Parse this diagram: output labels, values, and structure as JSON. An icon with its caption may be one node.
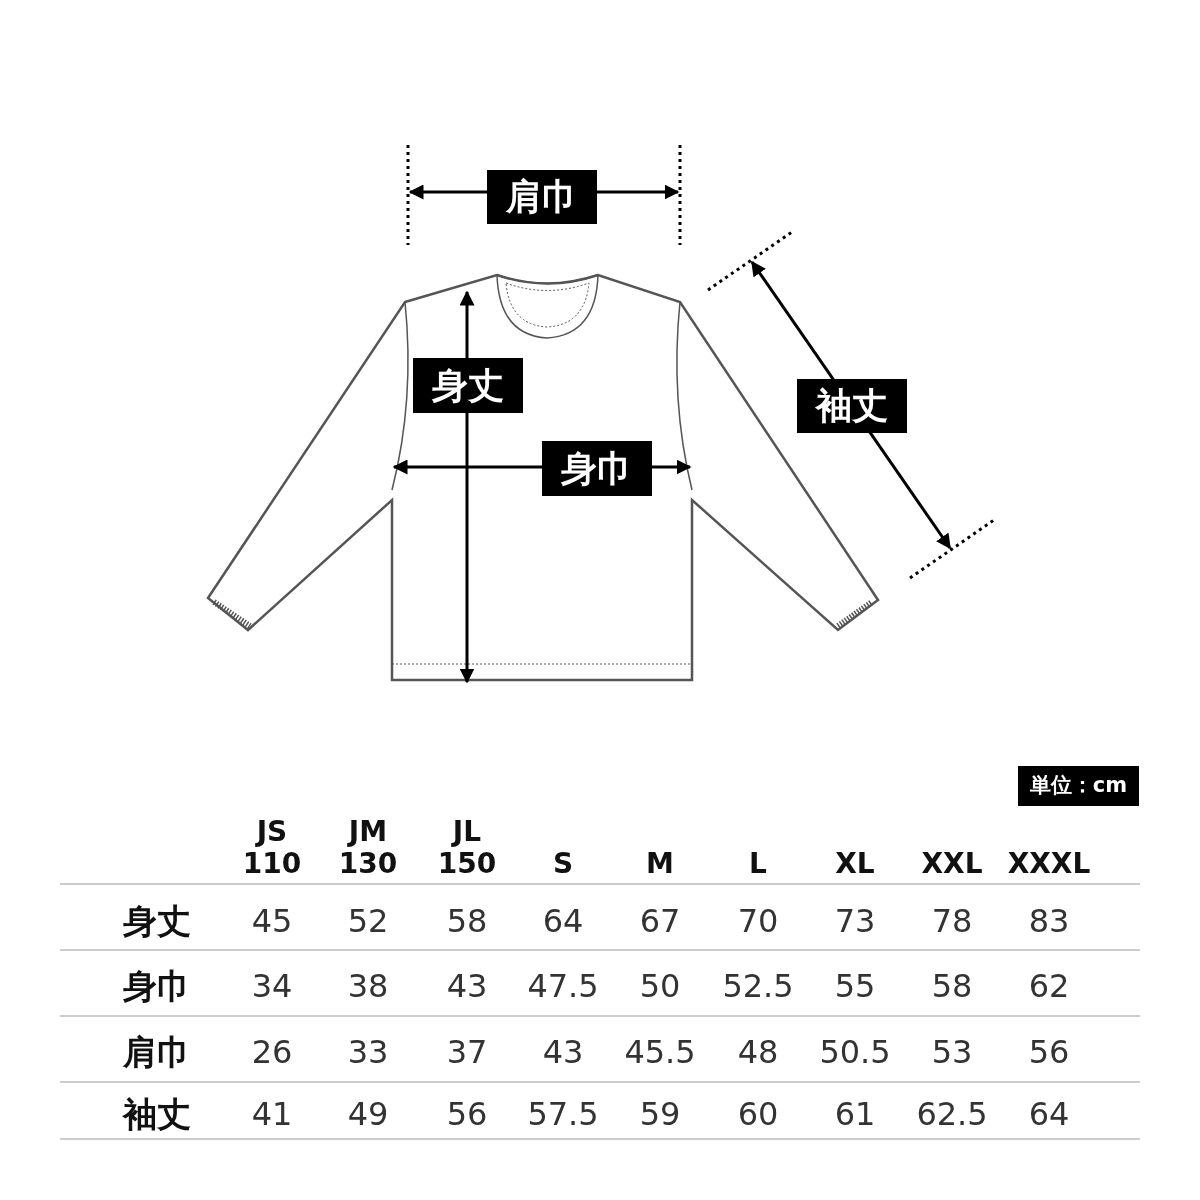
{
  "diagram": {
    "labels": [
      "肩巾",
      "身丈",
      "袖丈",
      "身巾",
      "単位：cm",
      "JS 110",
      "JM 130",
      "JL 150",
      "S",
      "M",
      "L",
      "XL",
      "XXL",
      "XXXL",
      "身丈",
      "45",
      "52",
      "58",
      "64",
      "67",
      "70",
      "73",
      "78",
      "83",
      "身巾",
      "34",
      "38",
      "43",
      "47.5",
      "50",
      "52.5",
      "55",
      "58",
      "62",
      "肩巾",
      "26",
      "33",
      "37",
      "43",
      "45.5",
      "48",
      "50.5",
      "53",
      "56",
      "袖丈",
      "41",
      "49",
      "56",
      "57.5",
      "59",
      "60",
      "61",
      "62.5",
      "64"
    ]
  }
}
